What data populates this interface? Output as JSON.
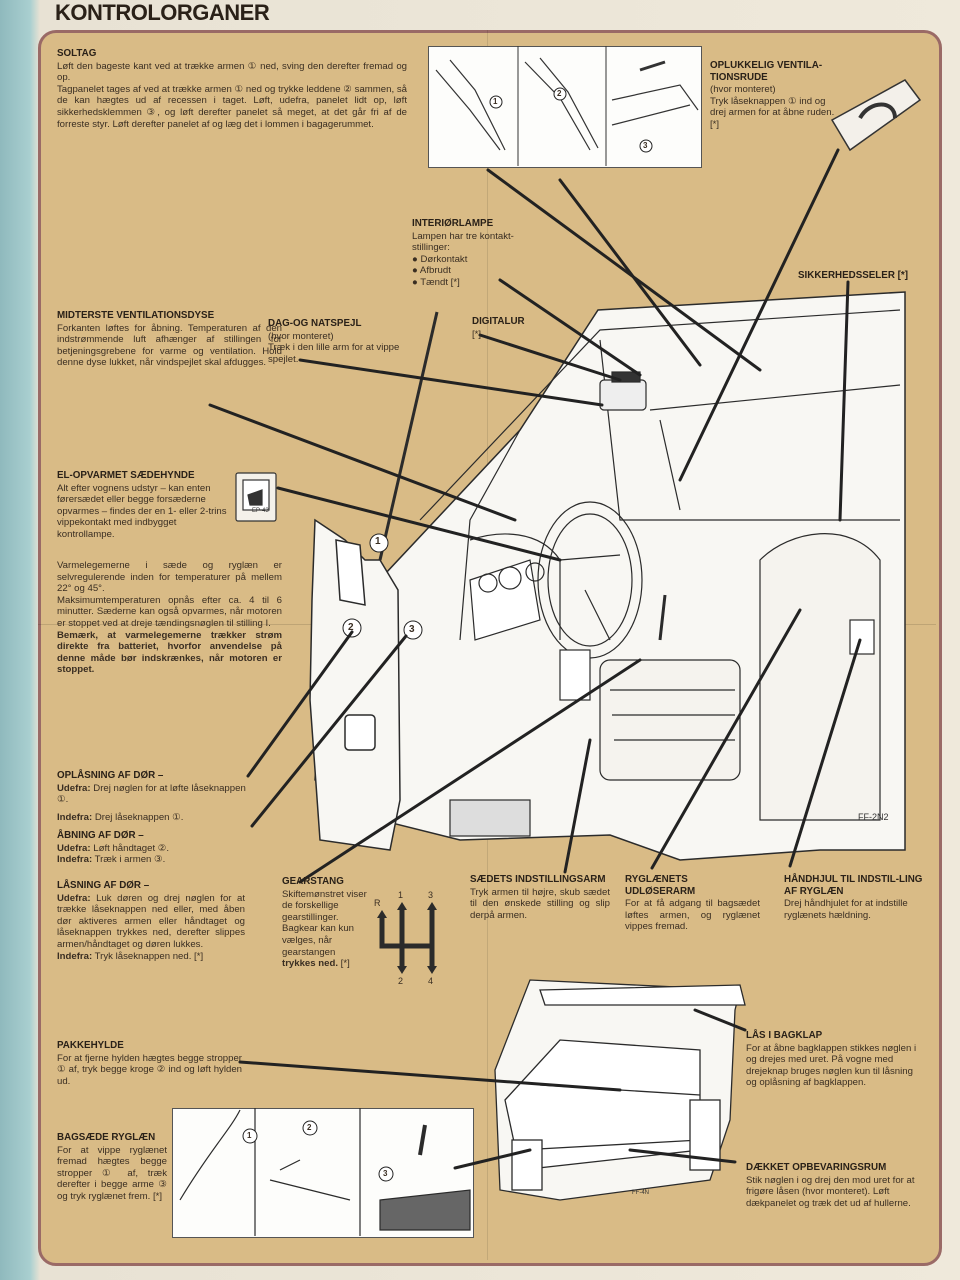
{
  "header": {
    "title": "KONTROLORGANER"
  },
  "sections": {
    "soltag": {
      "title": "SOLTAG",
      "paragraphs": [
        "Løft den bageste kant ved at trække armen ① ned, sving den derefter fremad og op.",
        "Tagpanelet tages af ved at trække armen ① ned og trykke leddene ② sammen, så de kan hægtes ud af recessen i taget. Løft, udefra, panelet lidt op, løft sikkerhedsklemmen ③, og løft derefter panelet så meget, at det går fri af de forreste styr. Løft derefter panelet af og læg det i lommen i bagagerummet."
      ]
    },
    "vent_window": {
      "title": "OPLUKKELIG VENTILA-TIONSRUDE",
      "subtitle": "(hvor monteret)",
      "text": "Tryk låseknappen ① ind og drej armen for at åbne ruden. [*]"
    },
    "interior_lamp": {
      "title": "INTERIØRLAMPE",
      "text": "Lampen har tre kontakt-stillinger:",
      "items": [
        "● Dørkontakt",
        "● Afbrudt",
        "● Tændt [*]"
      ]
    },
    "seatbelts": {
      "title": "SIKKERHEDSSELER [*]"
    },
    "digital_clock": {
      "title": "DIGITALUR",
      "text": "[*]"
    },
    "mirror": {
      "title": "DAG-OG NATSPEJL",
      "subtitle": "(hvor monteret)",
      "text": "Træk i den lille arm for at vippe spejlet."
    },
    "center_vent": {
      "title": "MIDTERSTE VENTILATIONSDYSE",
      "text": "Forkanten løftes for åbning. Temperaturen af den indstrømmende luft afhænger af stillingen for betjeningsgrebene for varme og ventilation. Hold denne dyse lukket, når vindspejlet skal afdugges."
    },
    "heated_seat": {
      "title": "EL-OPVARMET SÆDEHYNDE",
      "p1": "Alt efter vognens udstyr – kan enten førersædet eller begge forsæderne opvarmes – findes der en 1- eller 2-trins vippekontakt med indbygget kontrollampe.",
      "p2": "Varmelegemerne i sæde og ryglæn er selvregulerende inden for temperaturer på mellem 22° og 45°.",
      "p3": "Maksimumtemperaturen opnås efter ca. 4 til 6 minutter. Sæderne kan også opvarmes, når motoren er stoppet ved at dreje tændingsnøglen til stilling I.",
      "p4": "Bemærk, at varmelegemerne trækker strøm direkte fra batteriet, hvorfor anvendelse på denne måde bør indskrænkes, når motoren er stoppet.",
      "code": "EP-43"
    },
    "unlock_door": {
      "title": "OPLÅSNING AF DØR –",
      "l1a": "Udefra:",
      "l1b": " Drej nøglen for at løfte låseknappen ①.",
      "l2a": "Indefra:",
      "l2b": " Drej låseknappen ①."
    },
    "open_door": {
      "title": "ÅBNING AF DØR –",
      "l1a": "Udefra:",
      "l1b": " Løft håndtaget ②.",
      "l2a": "Indefra:",
      "l2b": " Træk i armen ③."
    },
    "lock_door": {
      "title": "LÅSNING AF DØR –",
      "l1a": "Udefra:",
      "l1b": " Luk døren og drej nøglen for at trække låseknappen ned eller, med åben dør aktiveres armen eller håndtaget og låseknappen trykkes ned, derefter slippes armen/håndtaget og døren lukkes.",
      "l2a": "Indefra:",
      "l2b": " Tryk låseknappen ned. [*]"
    },
    "gear": {
      "title": "GEARSTANG",
      "text1": "Skiftemønstret viser de forskellige gearstillinger. Bagkear kan kun vælges, når gearstangen ",
      "bold": "trykkes ned.",
      "text2": " [*]",
      "positions": [
        "R",
        "1",
        "3",
        "2",
        "4"
      ]
    },
    "seat_adjust": {
      "title": "SÆDETS INDSTILLINGSARM",
      "text": "Tryk armen til højre, skub sædet til den ønskede stilling og slip derpå armen."
    },
    "backrest_release": {
      "title": "RYGLÆNETS UDLØSERARM",
      "text": "For at få adgang til bagsædet løftes armen, og ryglænet vippes fremad."
    },
    "backrest_wheel": {
      "title": "HÅNDHJUL TIL INDSTIL-LING AF RYGLÆN",
      "text": "Drej håndhjulet for at indstille ryglænets hældning."
    },
    "tailgate_lock": {
      "title": "LÅS I BAGKLAP",
      "text": "For at åbne bagklappen stikkes nøglen i og drejes med uret. På vogne med drejeknap bruges nøglen kun til låsning og oplåsning af bagklappen."
    },
    "parcel_shelf": {
      "title": "PAKKEHYLDE",
      "text": "For at fjerne hylden hægtes begge stropper ① af, tryk begge kroge ② ind og løft hylden ud."
    },
    "rear_seat": {
      "title": "BAGSÆDE RYGLÆN",
      "text": "For at vippe ryglænet fremad hægtes begge stropper ① af, træk derefter i begge arme ③ og tryk ryglænet frem. [*]"
    },
    "storage": {
      "title": "DÆKKET OPBEVARINGSRUM",
      "text": "Stik nøglen i og drej den mod uret for at frigøre låsen (hvor monteret). Løft dækpanelet og træk det ud af hullerne."
    }
  },
  "figure_labels": {
    "main": "FF-2N2",
    "rear": "FF-4N",
    "callouts": [
      "1",
      "2",
      "3"
    ],
    "roof_callouts": [
      "1",
      "2",
      "3"
    ],
    "seat_callouts": [
      "1",
      "2",
      "3"
    ]
  },
  "colors": {
    "panel": "#d9bb86",
    "border": "#9a6a66",
    "ink": "#2a2118",
    "teal": "#a9cfd0"
  }
}
